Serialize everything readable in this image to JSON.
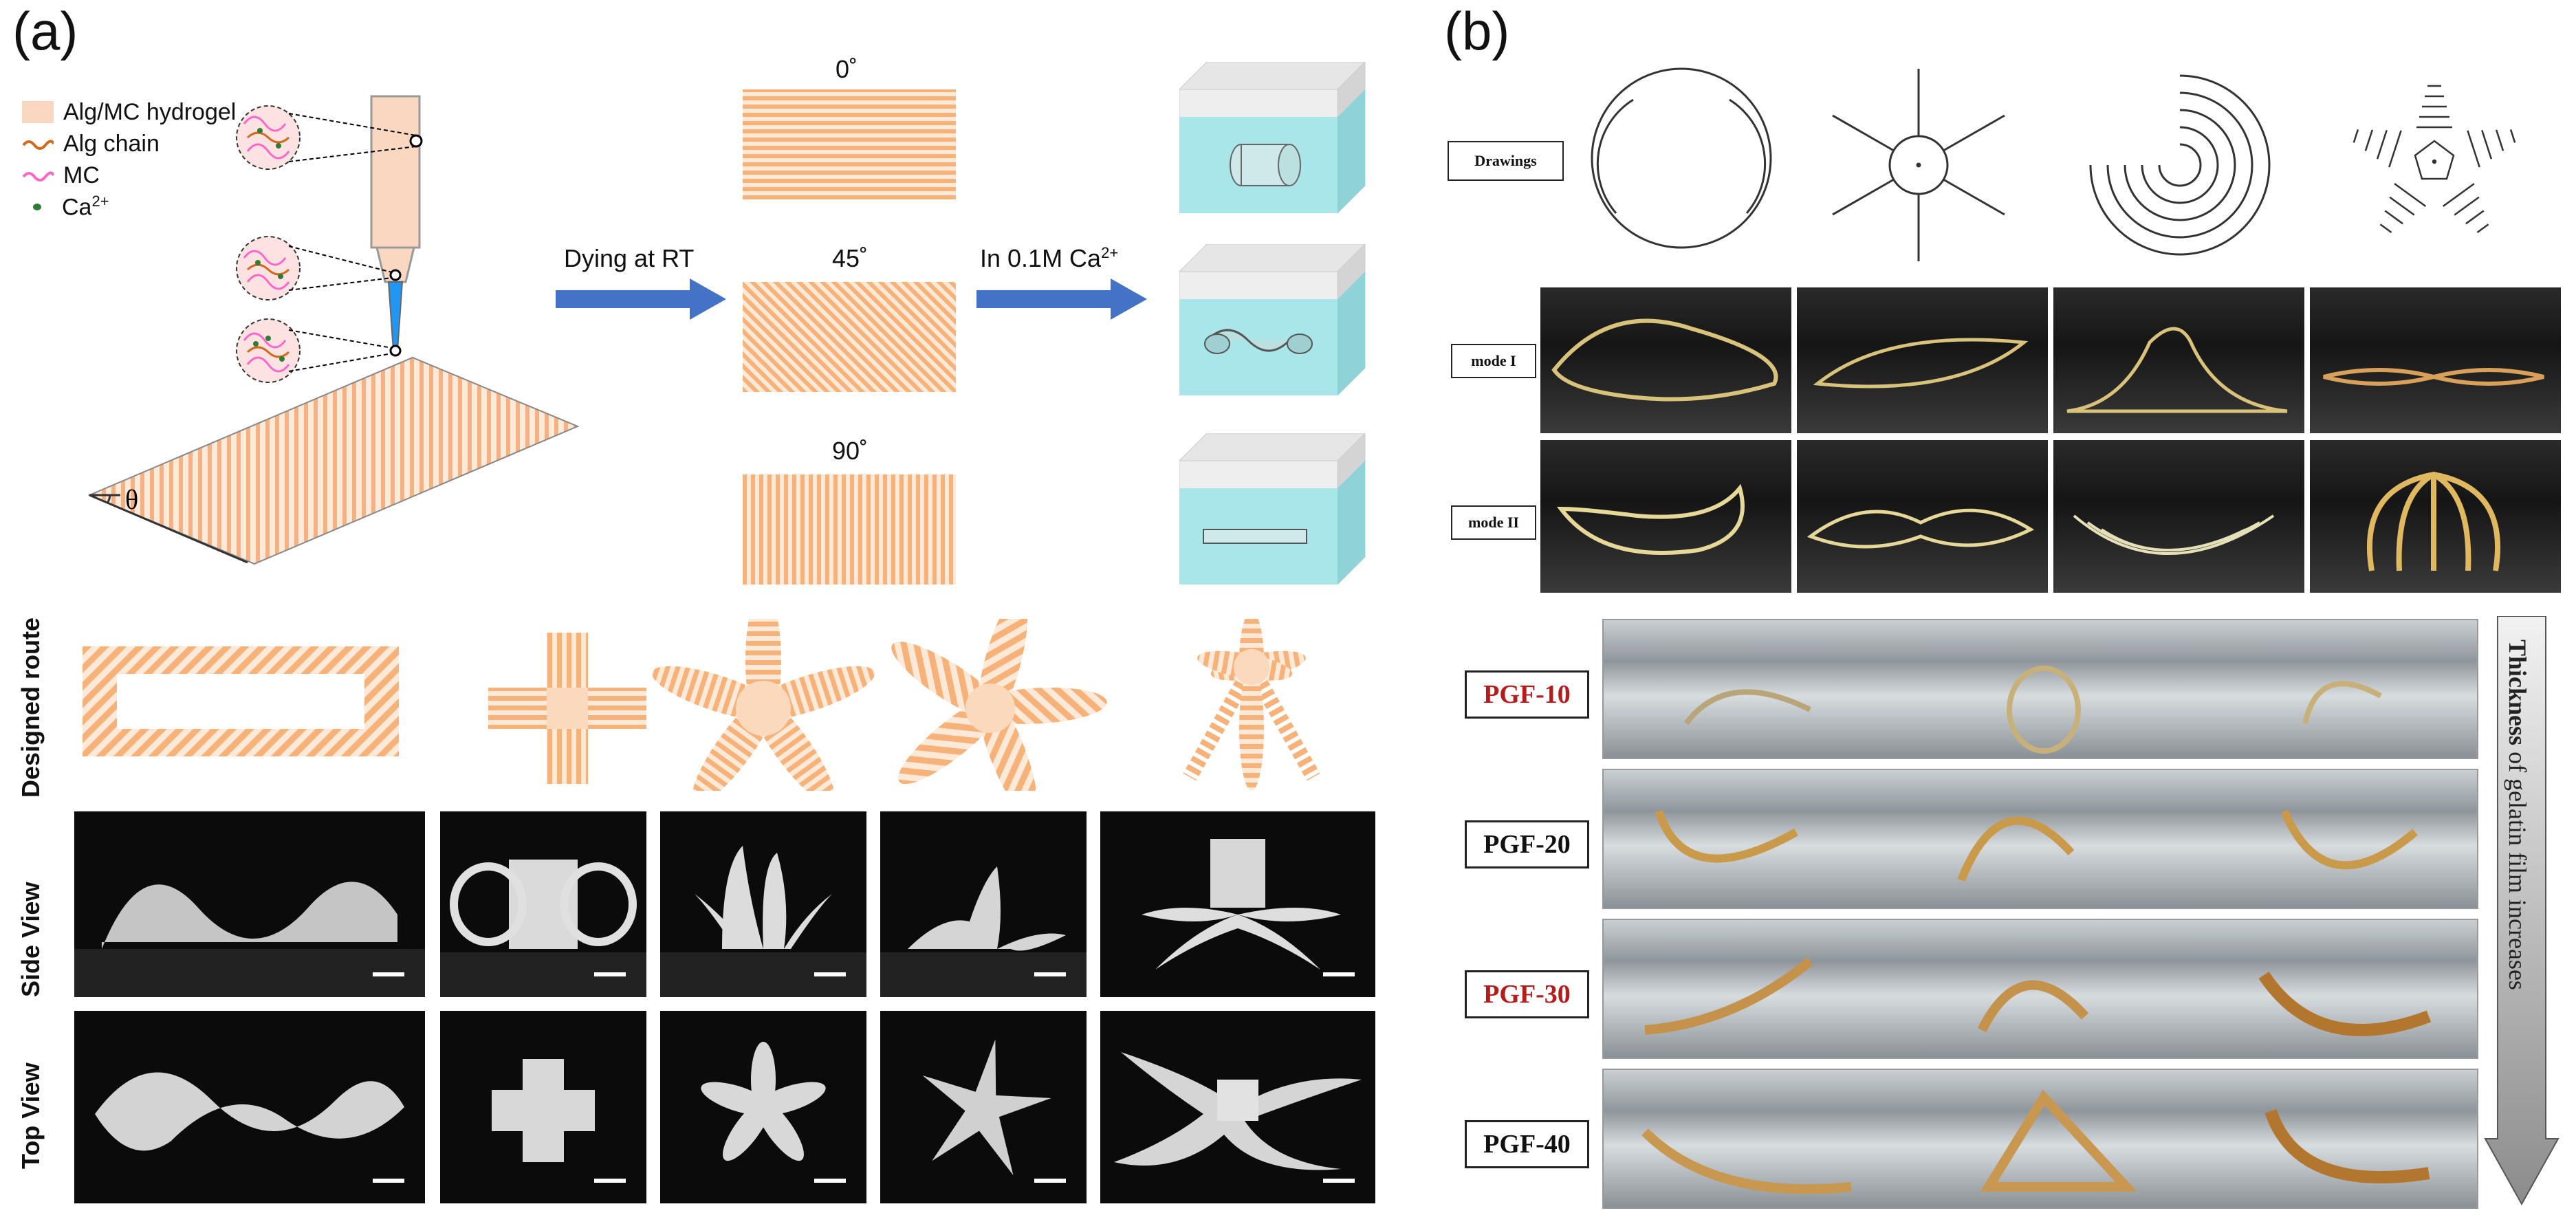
{
  "panel_a": {
    "label": "(a)",
    "legend": [
      {
        "text": "Alg/MC hydrogel",
        "icon": "hydrogel-swatch-icon",
        "color": "#f9d7c1"
      },
      {
        "text": "Alg chain",
        "icon": "wavy-line-icon",
        "color": "#d2691e"
      },
      {
        "text": "MC",
        "icon": "wavy-line-icon",
        "color": "#ff66cc"
      },
      {
        "text": "Ca",
        "sup": "2+",
        "icon": "dot-icon",
        "color": "#2e7d32"
      }
    ],
    "theta": "θ",
    "arrow1": "Dying at RT",
    "arrow2": "In 0.1M Ca",
    "arrow2_sup": "2+",
    "angles": [
      "0˚",
      "45˚",
      "90˚"
    ],
    "designed_route_label": "Designed route",
    "side_view_label": "Side View",
    "top_view_label": "Top View"
  },
  "panel_b": {
    "label": "(b)",
    "drawings_label": "Drawings",
    "mode1_label": "mode I",
    "mode2_label": "mode II",
    "pgf_labels": [
      {
        "text": "PGF-10",
        "color": "#b71c1c"
      },
      {
        "text": "PGF-20",
        "color": "#111111"
      },
      {
        "text": "PGF-30",
        "color": "#b71c1c"
      },
      {
        "text": "PGF-40",
        "color": "#111111"
      }
    ],
    "thickness_bold": "Thickness",
    "thickness_rest": " of gelatin film increases"
  },
  "colors": {
    "stripe": "#f7b27a",
    "stripe_light": "#fde9d8",
    "arrow_blue": "#4472c4",
    "cube_water": "#a8e6ea"
  }
}
